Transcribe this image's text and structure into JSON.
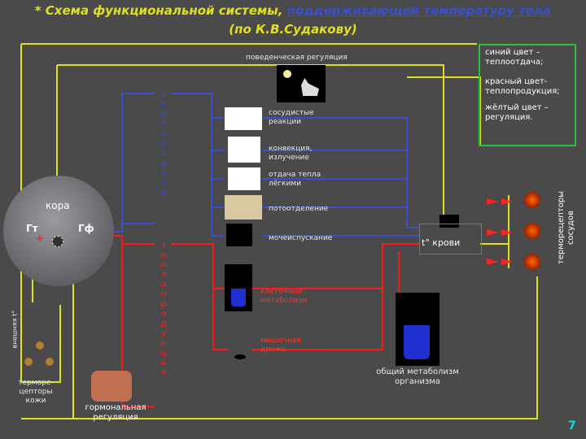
{
  "title": {
    "prefix": "* Схема функциональной системы, ",
    "link": "поддерживающей температуру тела",
    "line2": "(по К.В.Судакову)"
  },
  "legend": {
    "blue": "синий цвет – теплоотдача;",
    "red": "красный цвет- теплопродукция;",
    "yellow": "жёлтый цвет – регуляция."
  },
  "labels": {
    "behavioral": "поведенческая регуляция",
    "heat_loss_vertical": "теплоотдача",
    "heat_prod_vertical": "теплопродукция",
    "vascular": "сосудистые реакции",
    "convection": "конвекция, излучение",
    "lungs": "отдача тепла лёгкими",
    "sweat": "потоотделение",
    "urination": "мочеиспускание",
    "cell_metab": "клеточный метаболизм",
    "shiver": "мышечная дрожь",
    "general_metab": "общий метаболизм организма",
    "blood_t": "t° крови",
    "cortex": "кора",
    "gt": "Гт",
    "gf": "Гф",
    "plus": "+",
    "skin_t": "внешняя t°",
    "skin_receptors": "терморе-цепторы кожи",
    "hormonal": "гормональная регуляция",
    "vessel_receptors": "терморецепторы сосудов",
    "page_number": "7"
  },
  "colors": {
    "yellow": "#e0e020",
    "blue": "#3a4fd0",
    "red": "#ff1a1a",
    "green": "#2fbf3f",
    "background": "#4a4a4a"
  }
}
